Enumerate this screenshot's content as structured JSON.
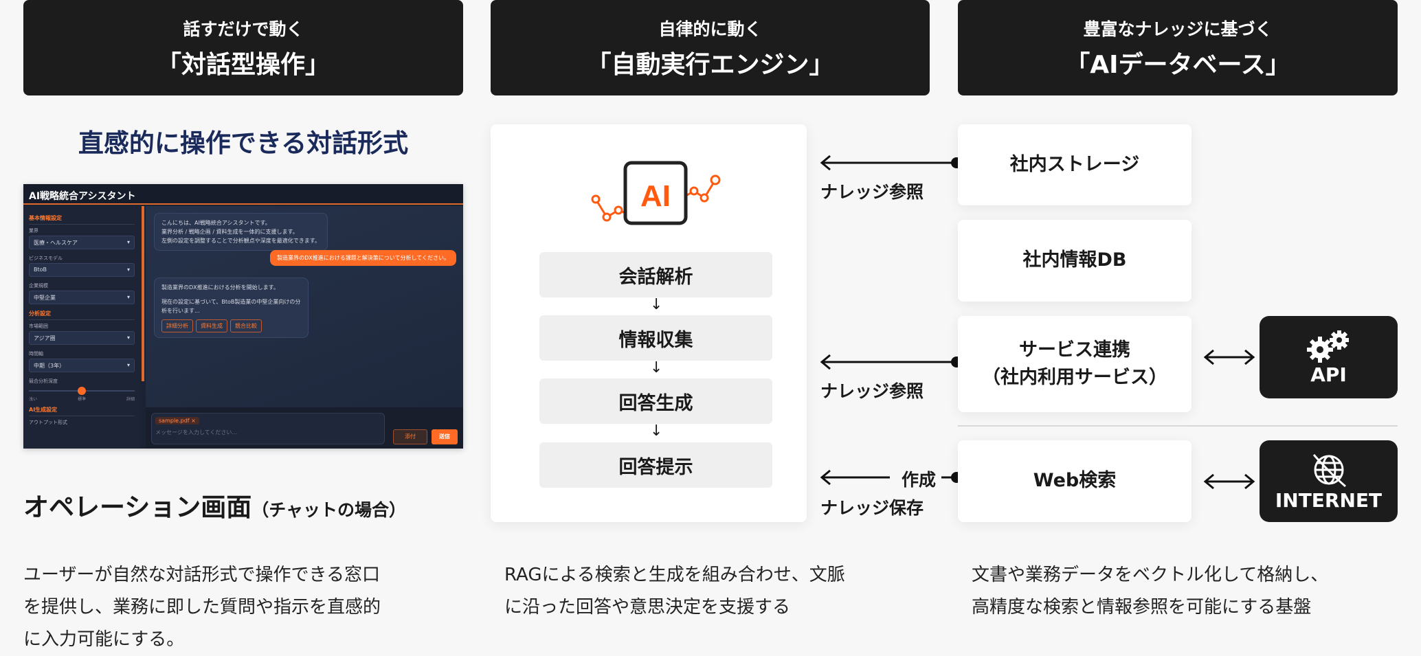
{
  "columns": [
    {
      "sub": "話すだけで動く",
      "title": "「対話型操作」"
    },
    {
      "sub": "自律的に動く",
      "title": "「自動実行エンジン」"
    },
    {
      "sub": "豊富なナレッジに基づく",
      "title": "「AIデータベース」"
    }
  ],
  "col1": {
    "heading": "直感的に操作できる対話形式",
    "caption": "オペレーション画面",
    "caption_note": "（チャットの場合）",
    "desc": [
      "ユーザーが自然な対話形式で操作できる窓口",
      "を提供し、業務に即した質問や指示を直感的",
      "に入力可能にする。"
    ]
  },
  "app": {
    "title": "AI戦略統合アシスタント",
    "sections": {
      "basic": "基本情報設定",
      "analysis": "分析設定",
      "ai": "AI生成設定"
    },
    "fields": [
      {
        "label": "業界",
        "value": "医療・ヘルスケア"
      },
      {
        "label": "ビジネスモデル",
        "value": "BtoB"
      },
      {
        "label": "企業規模",
        "value": "中堅企業"
      },
      {
        "label": "市場範囲",
        "value": "アジア圏"
      },
      {
        "label": "時間軸",
        "value": "中期（3年）"
      }
    ],
    "slider": {
      "label": "競合分析深度",
      "ticks": [
        "浅い",
        "標準",
        "詳細"
      ],
      "value": 0.5
    },
    "output_label": "アウトプット形式",
    "messages": {
      "greeting": [
        "こんにちは、AI戦略統合アシスタントです。",
        "業界分析 / 戦略企画 / 資料生成を一体的に支援します。",
        "左側の設定を調整することで分析観点や深度を最適化できます。"
      ],
      "user": "製造業界のDX推進における課題と解決策について分析してください。",
      "reply": [
        "製造業界のDX推進における分析を開始します。",
        "現在の設定に基づいて、BtoB製造業の中堅企業向けの分析を行います..."
      ],
      "actions": [
        "詳細分析",
        "資料生成",
        "競合比較"
      ]
    },
    "attachment": "sample.pdf ×",
    "placeholder": "メッセージを入力してください...",
    "attach_btn": "添付",
    "send_btn": "送信"
  },
  "col2": {
    "logo": "AI",
    "steps": [
      "会話解析",
      "情報収集",
      "回答生成",
      "回答提示"
    ],
    "desc": [
      "RAGによる検索と生成を組み合わせ、文脈",
      "に沿った回答や意思決定を支援する"
    ]
  },
  "arrows": {
    "ref1": "ナレッジ参照",
    "ref2": "ナレッジ参照",
    "create": "作成",
    "save": "ナレッジ保存"
  },
  "col3": {
    "sources": [
      "社内ストレージ",
      "社内情報DB",
      "サービス連携",
      "（社内利用サービス）",
      "Web検索"
    ],
    "api": "API",
    "internet": "INTERNET",
    "desc": [
      "文書や業務データをベクトル化して格納し、",
      "高精度な検索と情報参照を可能にする基盤"
    ]
  },
  "colors": {
    "accent": "#ff5a10",
    "header_bg": "#1c1c1c",
    "heading": "#1a2a5a"
  }
}
